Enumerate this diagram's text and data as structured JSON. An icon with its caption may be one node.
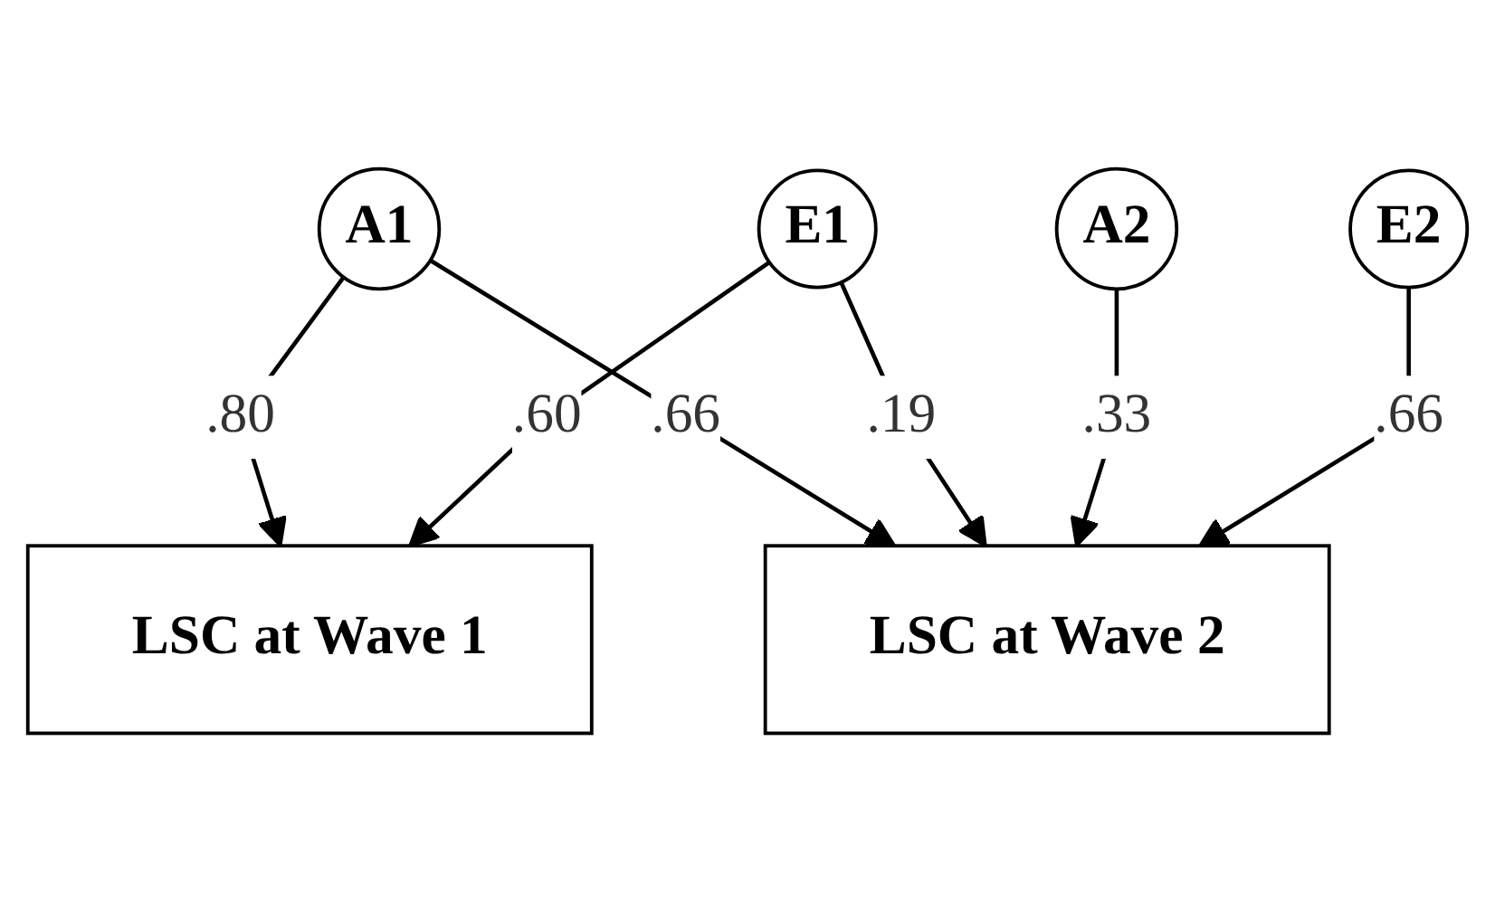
{
  "diagram": {
    "nodes": [
      {
        "text": [
          "A1"
        ]
      },
      {
        "text": [
          "E1"
        ]
      },
      {
        "text": [
          "LSC at Wave 1"
        ]
      },
      {
        "text": [
          "LSC at Wave 2"
        ]
      },
      {
        "text": [
          "A2"
        ]
      },
      {
        "text": [
          "E2"
        ]
      }
    ],
    "edges": [
      {
        "from": 0,
        "to": 2,
        "arrow": "to",
        "label": ".80"
      },
      {
        "from": 1,
        "to": 2,
        "arrow": "to",
        "label": ".60"
      },
      {
        "from": 0,
        "to": 3,
        "arrow": "to",
        "label": ".66"
      },
      {
        "from": 1,
        "to": 3,
        "arrow": "to",
        "label": ".19"
      },
      {
        "from": 4,
        "to": 3,
        "arrow": "to",
        "label": ".33"
      },
      {
        "from": 5,
        "to": 3,
        "arrow": "to",
        "label": ".66"
      }
    ]
  }
}
